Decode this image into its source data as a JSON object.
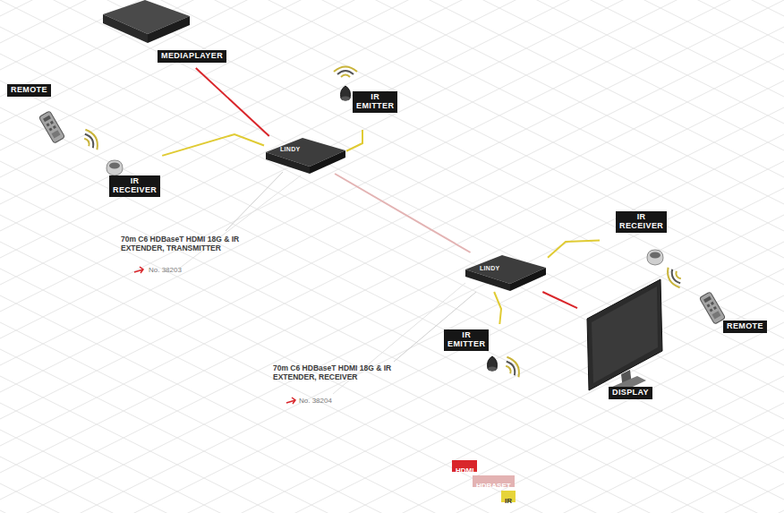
{
  "diagram": {
    "nodes": [
      {
        "text": [
          "MEDIAPLAYER"
        ]
      },
      {
        "text": [
          "IR EMITTER"
        ]
      },
      {
        "text": [
          "REMOTE"
        ]
      },
      {
        "text": [
          "IR RECEIVER"
        ]
      },
      {
        "text": [
          "LINDY"
        ]
      },
      {
        "text": [
          "LINDY"
        ]
      },
      {
        "text": [
          "IR RECEIVER"
        ]
      },
      {
        "text": [
          "REMOTE"
        ]
      },
      {
        "text": [
          "DISPLAY"
        ]
      },
      {
        "text": [
          "IR EMITTER"
        ]
      }
    ],
    "edges": [
      {
        "from": 0,
        "to": 4,
        "arrow": "none"
      },
      {
        "from": 3,
        "to": 4,
        "arrow": "none"
      },
      {
        "from": 4,
        "to": 1,
        "arrow": "none"
      },
      {
        "from": 4,
        "to": 5,
        "arrow": "none"
      },
      {
        "from": 5,
        "to": 6,
        "arrow": "none"
      },
      {
        "from": 5,
        "to": 8,
        "arrow": "none"
      },
      {
        "from": 5,
        "to": 9,
        "arrow": "none"
      }
    ],
    "labels": [
      "70m C6 HDBaseT HDMI 18G & IR EXTENDER, TRANSMITTER",
      "No. 38203",
      "70m C6 HDBaseT HDMI 18G & IR EXTENDER, RECEIVER",
      "No. 38204"
    ],
    "legend": [
      {
        "text": "HDMI",
        "color": "#d9262b"
      },
      {
        "text": "HDBASET",
        "color": "#e3b3b3"
      },
      {
        "text": "IR",
        "color": "#e6d439"
      }
    ]
  }
}
